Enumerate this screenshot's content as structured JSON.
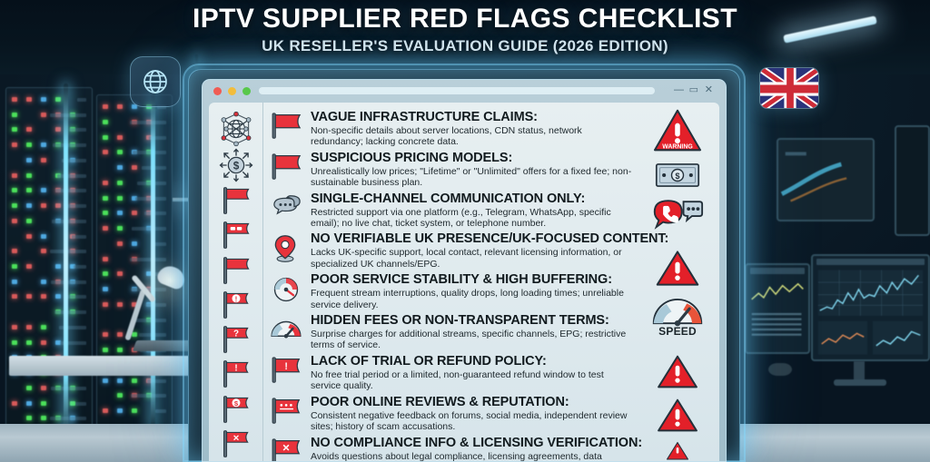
{
  "header": {
    "title": "IPTV SUPPLIER RED FLAGS CHECKLIST",
    "subtitle": "UK RESELLER'S EVALUATION GUIDE (2026 EDITION)"
  },
  "window": {
    "controls": {
      "close_dot": "close-dot",
      "minimize_dot": "minimize-dot",
      "maximize_dot": "maximize-dot",
      "minimize": "—",
      "maximize": "▭",
      "close": "✕"
    }
  },
  "badges": {
    "globe": "globe-icon",
    "uk_flag": "uk-flag"
  },
  "left_rail": [
    {
      "icon": "network-globe-icon"
    },
    {
      "icon": "dollar-arrows-icon"
    },
    {
      "icon": "red-flag-plain-icon"
    },
    {
      "icon": "red-flag-chat-icon"
    },
    {
      "icon": "red-flag-plain-icon"
    },
    {
      "icon": "red-flag-alert-icon"
    },
    {
      "icon": "red-flag-question-icon"
    },
    {
      "icon": "red-flag-exclamation-icon"
    },
    {
      "icon": "red-flag-dollar-icon"
    },
    {
      "icon": "red-flag-cross-icon"
    }
  ],
  "right_rail": [
    {
      "icon": "warning-triangle-icon",
      "label": "WARNING"
    },
    {
      "icon": "banknote-icon",
      "label": ""
    },
    {
      "icon": "phone-chat-icon",
      "label": ""
    },
    {
      "icon": "warning-triangle-icon",
      "label": ""
    },
    {
      "icon": "speed-gauge-icon",
      "label": "SPEED"
    },
    {
      "icon": "warning-triangle-icon",
      "label": ""
    },
    {
      "icon": "warning-triangle-icon",
      "label": ""
    },
    {
      "icon": "warning-triangle-icon",
      "label": ""
    }
  ],
  "checklist": [
    {
      "icon": "red-flag-icon",
      "title": "VAGUE INFRASTRUCTURE CLAIMS:",
      "desc": "Non-specific details about server locations, CDN status, network redundancy; lacking concrete data."
    },
    {
      "icon": "red-flag-icon",
      "title": "SUSPICIOUS PRICING MODELS:",
      "desc": "Unrealistically low prices; \"Lifetime\" or \"Unlimited\" offers for a fixed fee; non-sustainable business plan."
    },
    {
      "icon": "chat-bubbles-icon",
      "title": "SINGLE-CHANNEL COMMUNICATION ONLY:",
      "desc": "Restricted support via one platform (e.g., Telegram, WhatsApp, specific email); no live chat, ticket system, or telephone number."
    },
    {
      "icon": "map-pin-icon",
      "title": "NO VERIFIABLE UK PRESENCE/UK-FOCUSED CONTENT:",
      "desc": "Lacks UK-specific support, local contact, relevant licensing information, or specialized UK channels/EPG."
    },
    {
      "icon": "gauge-icon",
      "title": "POOR SERVICE STABILITY & HIGH BUFFERING:",
      "desc": "Frequent stream interruptions, quality drops, long loading times; unreliable service delivery."
    },
    {
      "icon": "gauge-icon",
      "title": "HIDDEN FEES OR NON-TRANSPARENT TERMS:",
      "desc": "Surprise charges for additional streams, specific channels, EPG; restrictive terms of service."
    },
    {
      "icon": "red-flag-exclamation-icon",
      "title": "LACK OF TRIAL OR REFUND POLICY:",
      "desc": "No free trial period or a limited, non-guaranteed refund window to test service quality."
    },
    {
      "icon": "red-flag-dots-icon",
      "title": "POOR ONLINE REVIEWS & REPUTATION:",
      "desc": "Consistent negative feedback on forums, social media, independent review sites; history of scam accusations."
    },
    {
      "icon": "red-flag-cross-icon",
      "title": "NO COMPLIANCE INFO & LICENSING VERIFICATION:",
      "desc": "Avoids questions about legal compliance, licensing agreements, data protection, and UK content rights."
    }
  ],
  "colors": {
    "flag_red": "#e8333c",
    "warning_red": "#e32029",
    "panel_bg": "#e3ecef",
    "title_white": "#ffffff",
    "subtitle_blue": "#cfe2ec",
    "neon_cyan": "#7fe3ff"
  }
}
